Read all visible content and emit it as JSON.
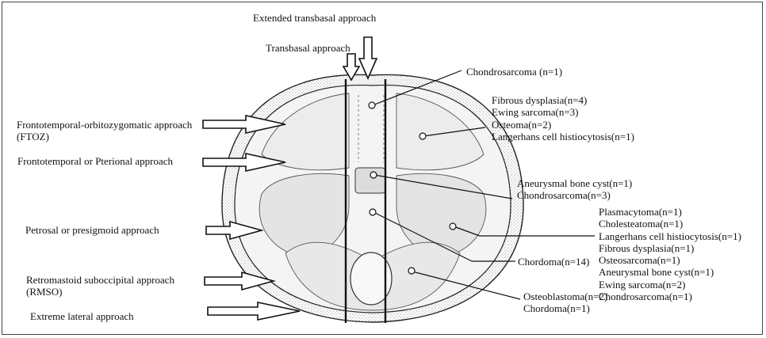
{
  "approaches": {
    "extended_transbasal": "Extended transbasal approach",
    "transbasal": "Transbasal approach",
    "ftoz_line1": "Frontotemporal-orbitozygomatic approach",
    "ftoz_line2": "(FTOZ)",
    "pterional": "Frontotemporal or Pterional approach",
    "petrosal": "Petrosal or presigmoid approach",
    "rmso_line1": "Retromastoid suboccipital approach",
    "rmso_line2": "(RMSO)",
    "extreme_lateral": "Extreme lateral approach"
  },
  "lesions": {
    "anterior_midline": [
      "Chondrosarcoma (n=1)"
    ],
    "anterior_fossa": [
      "Fibrous dysplasia(n=4)",
      "Ewing sarcoma(n=3)",
      "Osteoma(n=2)",
      "Langerhans cell histiocytosis(n=1)"
    ],
    "sella": [
      "Aneurysmal bone cyst(n=1)",
      "Chondrosarcoma(n=3)"
    ],
    "middle_fossa": [
      "Plasmacytoma(n=1)",
      "Cholesteatoma(n=1)",
      "Langerhans cell histiocytosis(n=1)",
      "Fibrous dysplasia(n=1)",
      "Osteosarcoma(n=1)",
      "Aneurysmal bone cyst(n=1)",
      "Ewing sarcoma(n=2)",
      "Chondrosarcoma(n=1)"
    ],
    "clivus": [
      "Chordoma(n=14)"
    ],
    "posterior_fossa": [
      "Osteoblastoma(n=2)",
      "Chordoma(n=1)"
    ]
  }
}
